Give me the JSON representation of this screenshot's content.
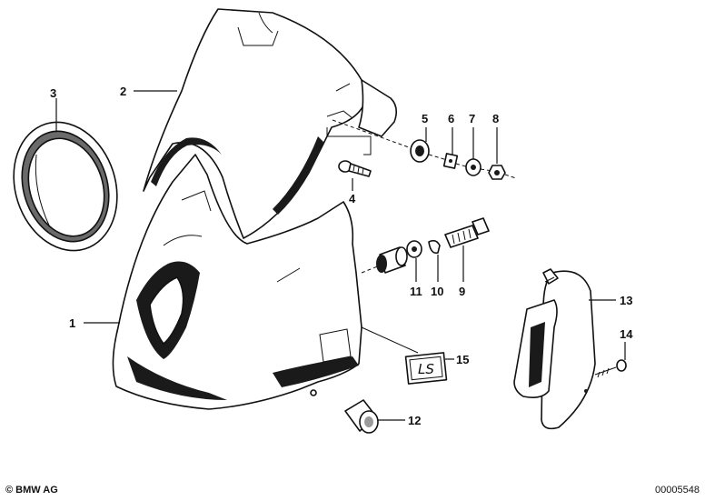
{
  "diagram": {
    "callouts": {
      "p1": "1",
      "p2": "2",
      "p3": "3",
      "p4": "4",
      "p5": "5",
      "p6": "6",
      "p7": "7",
      "p8": "8",
      "p9": "9",
      "p10": "10",
      "p11": "11",
      "p12": "12",
      "p13": "13",
      "p14": "14",
      "p15": "15"
    },
    "emblem_text": "LS"
  },
  "footer": {
    "brand": "© BMW AG",
    "doc_number": "00005548"
  }
}
